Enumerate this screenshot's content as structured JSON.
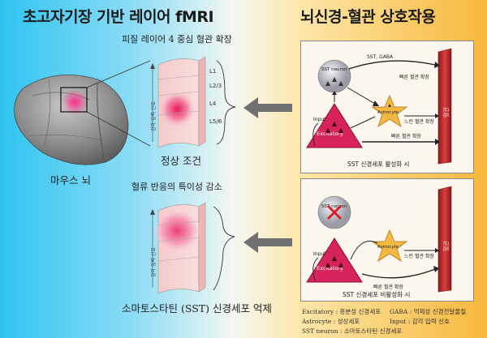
{
  "titles": {
    "left": "초고자기장 기반 레이어 fMRI",
    "right": "뇌신경-혈관 상호작용"
  },
  "left": {
    "brain_label": "마우스 뇌",
    "top_caption": "피질 레이어 4 중심 혈관 확장",
    "normal_label": "정상 조건",
    "mid_caption": "혈류 반응의 특이성 감소",
    "suppress_label": "소마토스타틴 (SST) 신경세포 억제",
    "layers": [
      "L1",
      "L2/3",
      "L4",
      "L5/6"
    ],
    "side_label": "감각 입력 신호"
  },
  "panel_top": {
    "sst_neuron": "SST neuron",
    "sst_gaba": "SST, GABA",
    "fast_dilation": "빠른 혈관 확장",
    "input": "Input",
    "excitatory": "Excitatory",
    "astrocyte": "Astrocyte",
    "slow_dilation": "느린 혈관 확장",
    "fast_dilation2": "빠른 혈관 확장",
    "vessel": "혈관",
    "footer": "SST 신경세포 활성화 시"
  },
  "panel_bottom": {
    "sst_neuron": "SST neuron",
    "input": "Input",
    "excitatory": "Excitatory",
    "astrocyte": "Astrocyte",
    "slow_dilation": "느린 혈관 확장",
    "fast_dilation": "빠른 혈관 확장",
    "vessel": "혈관",
    "footer": "SST 신경세포 비활성화 시"
  },
  "legend": {
    "excitatory": "Excitatory : 흥분성 신경세포",
    "gaba": "GABA : 억제성 신경전달물질",
    "astrocyte": "Astrocyte : 성상세포",
    "input": "Input : 감각 입력 신호",
    "sst": "SST neuron : 소마토스타틴 신경세포"
  },
  "colors": {
    "excitatory": "#d8245c",
    "astrocyte": "#f4b844",
    "vessel": "#c42a2e",
    "sst_neuron": "#b9b9c2"
  }
}
